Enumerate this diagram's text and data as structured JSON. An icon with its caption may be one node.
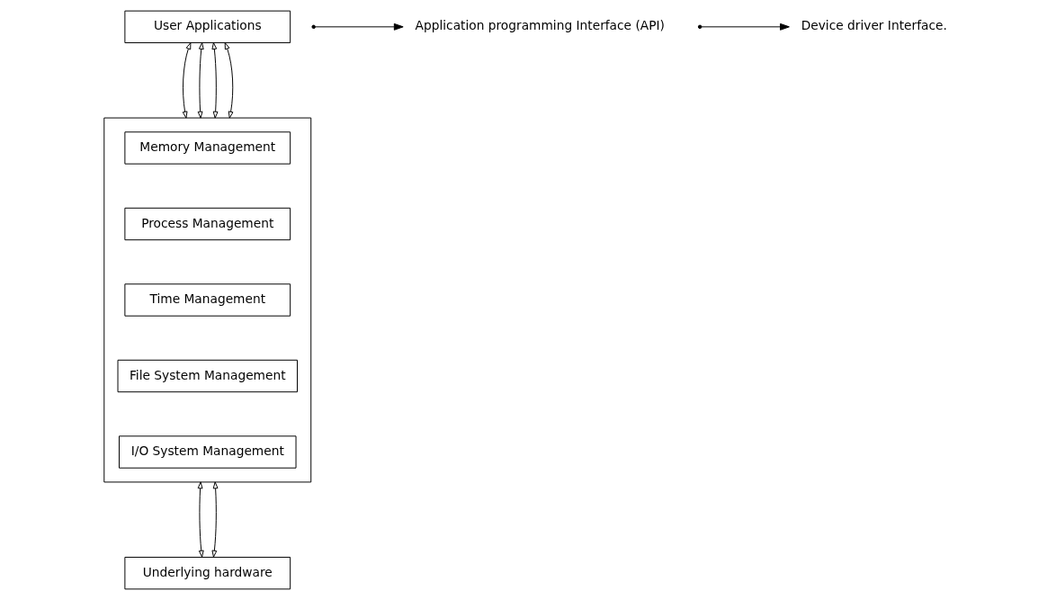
{
  "diagram": {
    "nodes": [
      {
        "text": [
          "User Applications"
        ]
      },
      {
        "text": [],
        "shape": "box"
      },
      {
        "text": [
          "Memory Management"
        ],
        "in": 1
      },
      {
        "text": [
          "Process Management"
        ],
        "in": 1
      },
      {
        "text": [
          "Time Management"
        ],
        "in": 1
      },
      {
        "text": [
          "File System Management"
        ],
        "in": 1
      },
      {
        "text": [
          "I/O System Management"
        ],
        "in": 1
      },
      {
        "text": [
          "Underlying hardware"
        ]
      },
      {
        "text": [
          "Application programming Interface (API)"
        ]
      },
      {
        "text": [
          "Device driver Interface."
        ]
      }
    ],
    "edges": [
      {
        "from": 0,
        "to": 1,
        "arrow": "both"
      },
      {
        "from": 0,
        "to": 1,
        "arrow": "both"
      },
      {
        "from": 0,
        "to": 1,
        "arrow": "both"
      },
      {
        "from": 0,
        "to": 1,
        "arrow": "both"
      },
      {
        "from": null,
        "to": 8,
        "arrow": "to"
      },
      {
        "from": 1,
        "to": 7,
        "arrow": "both"
      },
      {
        "from": 1,
        "to": 7,
        "arrow": "both"
      },
      {
        "from": null,
        "to": 9,
        "arrow": "to"
      }
    ]
  }
}
